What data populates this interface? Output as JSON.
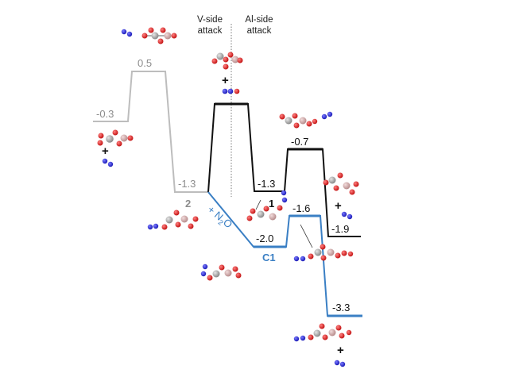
{
  "headers": {
    "v_side": "V-side attack",
    "al_side": "Al-side attack"
  },
  "energies": {
    "start": "-0.3",
    "ts1": "0.5",
    "int2": "-1.3",
    "vside_ts": "",
    "int1": "-1.3",
    "ts_right": "-0.7",
    "c1": "-2.0",
    "blue_ts": "-1.6",
    "end_black": "-1.9",
    "end_blue": "-3.3"
  },
  "state_labels": {
    "two": "2",
    "one": "1",
    "c1": "C1"
  },
  "reagent": {
    "prefix": "+ N",
    "sub": "2",
    "suffix": "O"
  },
  "plus_sign": "+",
  "colors": {
    "gray": "#bdbdbd",
    "black": "#111111",
    "blue": "#3a7fc4",
    "oxygen": "#d01e1e",
    "nitrogen": "#2a2acc",
    "metal": "#c9a3a3",
    "vanadium": "#9a9a9a"
  }
}
